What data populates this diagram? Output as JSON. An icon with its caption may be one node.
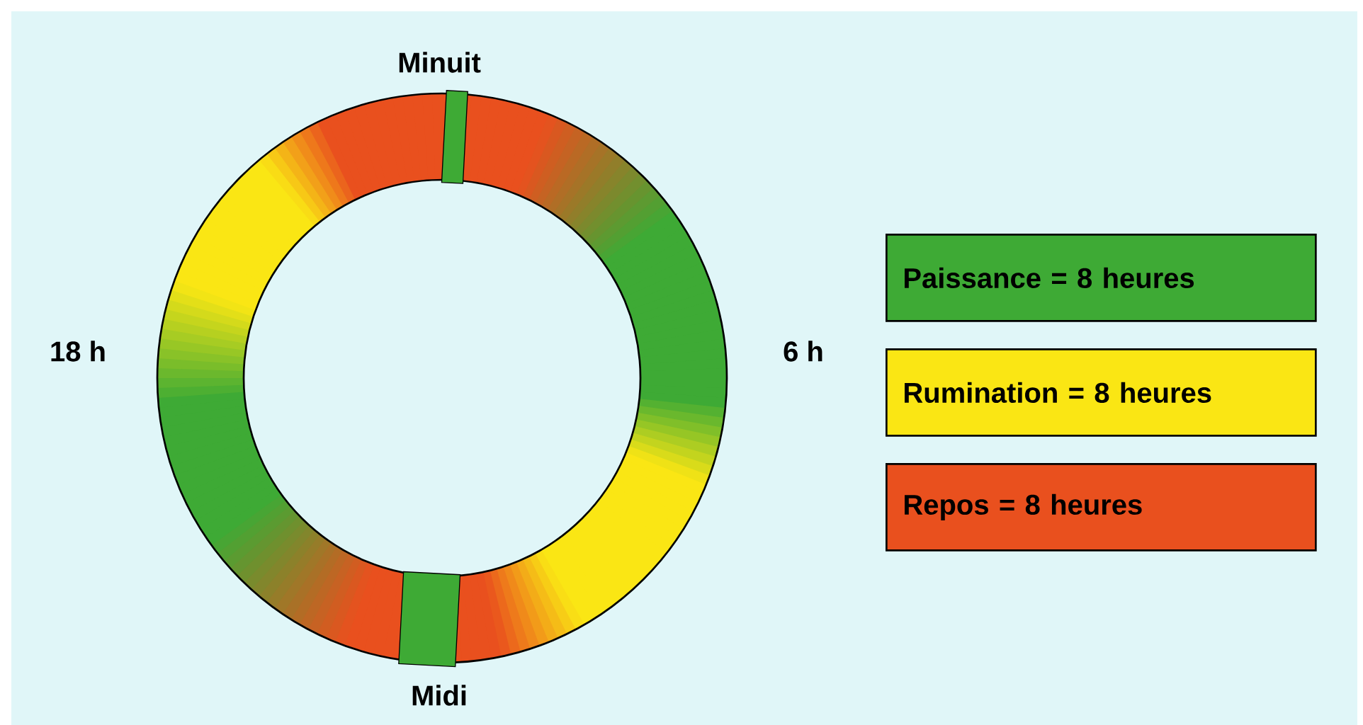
{
  "diagram": {
    "labels": [
      "Minuit",
      "18 h",
      "6 h",
      "Midi"
    ],
    "legend": [
      {
        "text": "Paissance = 8 heures",
        "color": "#3eaa35"
      },
      {
        "text": "Rumination = 8 heures",
        "color": "#fae614"
      },
      {
        "text": "Repos = 8 heures",
        "color": "#e9501e"
      }
    ]
  }
}
